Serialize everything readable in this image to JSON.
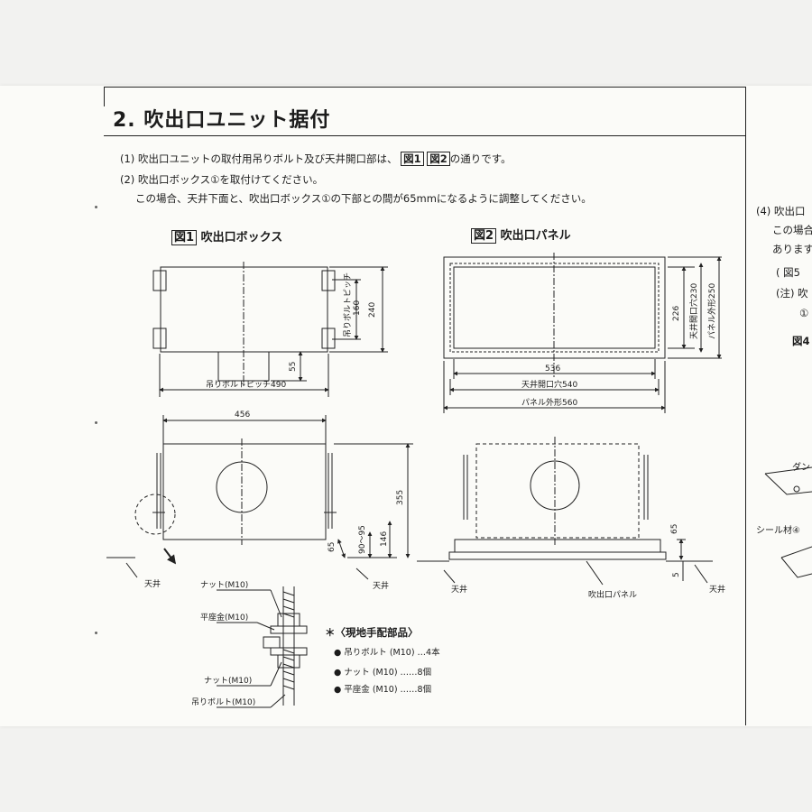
{
  "section": {
    "title": "2. 吹出口ユニット据付"
  },
  "instructions": {
    "line1_pre": "(1) 吹出口ユニットの取付用吊りボルト及び天井開口部は、",
    "fig1_ref": "図1",
    "fig2_ref": "図2",
    "line1_post": "の通りです。",
    "line2": "(2) 吹出口ボックス①を取付けてください。",
    "line3": "この場合、天井下面と、吹出口ボックス①の下部との間が65mmになるように調整してください。"
  },
  "fig1": {
    "label": "図1",
    "title": "吹出口ボックス",
    "dims": {
      "bolt_pitch_v": "吊りボルトピッチ",
      "bolt_pitch_v_val": "160",
      "height_240": "240",
      "duct_55": "55",
      "bolt_pitch_h": "吊りボルトピッチ490",
      "width_456": "456",
      "height_355": "355",
      "gap_65": "65",
      "range_90_95": "90〜95",
      "height_146": "146"
    },
    "ceiling": "天井",
    "ceiling2": "天井"
  },
  "fig2": {
    "label": "図2",
    "title": "吹出口パネル",
    "dims": {
      "width_536": "536",
      "opening_540": "天井開口穴540",
      "panel_560": "パネル外形560",
      "height_226": "226",
      "opening_230": "天井開口穴230",
      "panel_250": "パネル外形250",
      "gap_65": "65",
      "gap_5": "5"
    },
    "ceiling": "天井",
    "ceiling2": "天井",
    "panel_label": "吹出口パネル"
  },
  "detail": {
    "nut_top": "ナット(M10)",
    "washer": "平座金(M10)",
    "nut_bottom": "ナット(M10)",
    "bolt": "吊りボルト(M10)"
  },
  "materials": {
    "title": "＊〈現地手配部品〉",
    "items": [
      "● 吊りボルト (M10) …4本",
      "● ナット (M10) ……8個",
      "● 平座金 (M10) ……8個"
    ]
  },
  "right_column": {
    "line1": "(4) 吹出口",
    "line2": "この場合",
    "line3": "あります",
    "line4": "(  図5",
    "line5": "(注) 吹",
    "line6": "①",
    "line7": "図4",
    "label_seal": "シール材④",
    "label_damper": "ダン"
  }
}
